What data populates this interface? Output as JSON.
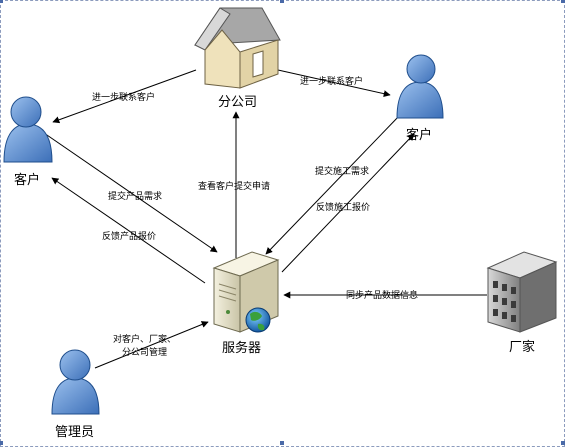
{
  "nodes": {
    "branch_office": "分公司",
    "customer_left": "客户",
    "customer_right": "客户",
    "server": "服务器",
    "manufacturer": "厂家",
    "admin": "管理员"
  },
  "edges": {
    "branch_to_customer_left": "进一步联系客户",
    "branch_to_customer_right": "进一步联系客户",
    "submit_product_request": "提交产品需求",
    "feedback_product_quote": "反馈产品报价",
    "view_customer_request": "查看客户提交申请",
    "submit_construction_request": "提交施工需求",
    "feedback_construction_quote": "反馈施工报价",
    "sync_product_data": "同步产品数据信息",
    "admin_manage_line1": "对客户、厂家、",
    "admin_manage_line2": "分公司管理"
  },
  "colors": {
    "person_fill": "#5b8fd0",
    "person_stroke": "#1f4e8c",
    "house_wall": "#f3e6c0",
    "house_roof": "#9a9a9a",
    "server_body": "#e6e2cc",
    "building": "#9b9b9b",
    "arrow": "#000000"
  },
  "icons": [
    "house-icon",
    "person-icon",
    "server-icon",
    "globe-icon",
    "building-icon"
  ]
}
